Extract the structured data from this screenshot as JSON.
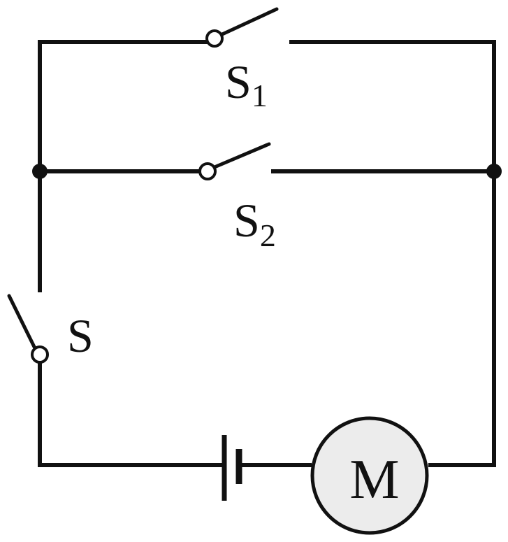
{
  "diagram": {
    "type": "circuit",
    "components": {
      "switch_s1": {
        "label": "S",
        "subscript": "1"
      },
      "switch_s2": {
        "label": "S",
        "subscript": "2"
      },
      "switch_s": {
        "label": "S"
      },
      "motor": {
        "label": "M"
      },
      "battery": {
        "label": ""
      }
    },
    "colors": {
      "wire": "#111111",
      "motor_fill": "#ececec",
      "background": "#ffffff"
    }
  }
}
